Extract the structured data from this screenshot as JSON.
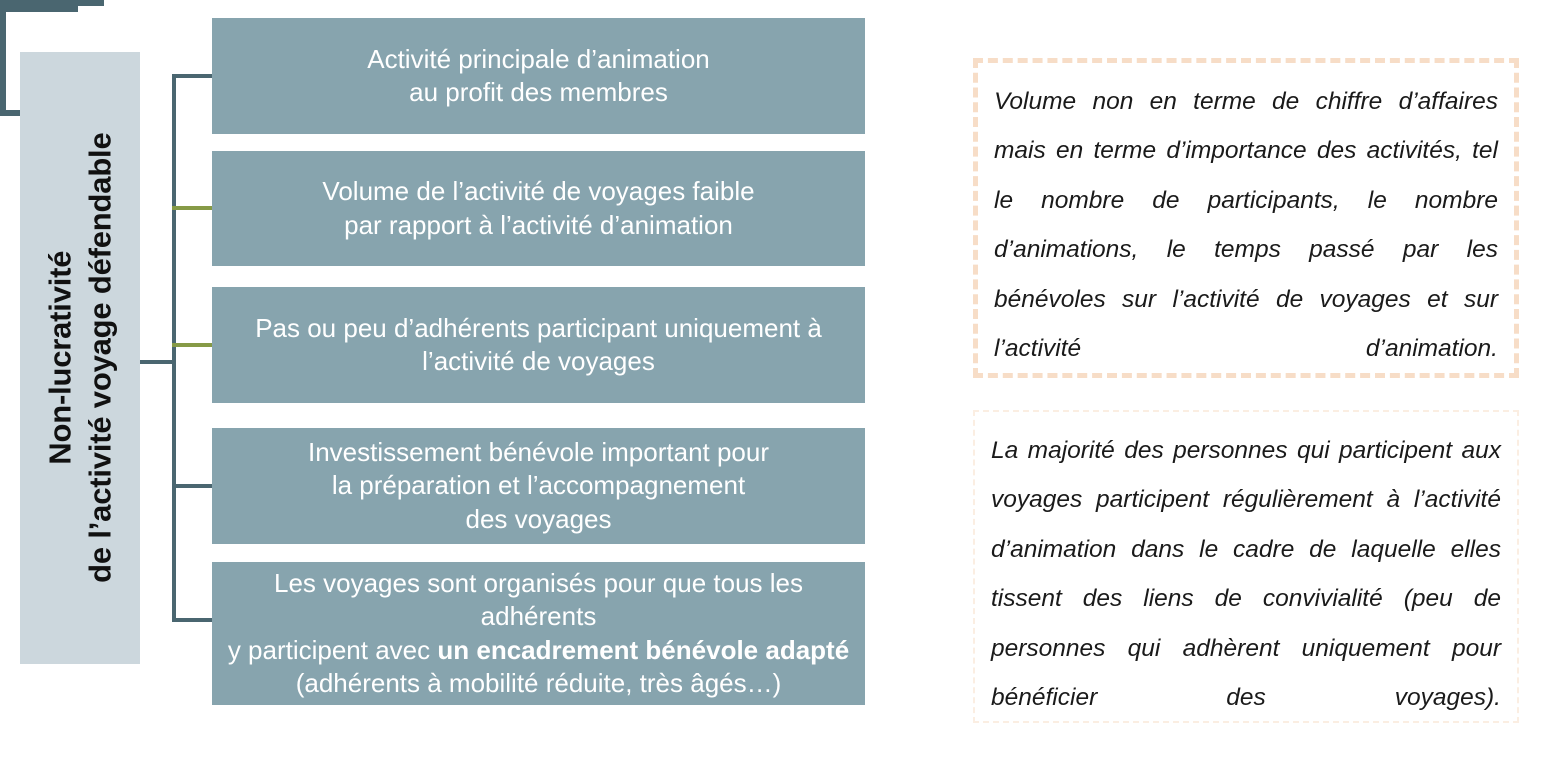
{
  "diagram": {
    "title_panel": {
      "line1": "Non-lucrativité",
      "line2": "de l’activité voyage défendable",
      "background_color": "#ccd7dd",
      "text_color": "#111111"
    },
    "boxes": [
      {
        "id": "box-1",
        "line1": "Activité principale d’animation",
        "line2": "au profit des membres",
        "line3": "",
        "fill_color": "#87a4ae",
        "text_color": "#ffffff"
      },
      {
        "id": "box-2",
        "line1": "Volume de l’activité de voyages faible",
        "line2": "par rapport à l’activité d’animation",
        "line3": "",
        "fill_color": "#87a4ae",
        "text_color": "#ffffff"
      },
      {
        "id": "box-3",
        "line1": "Pas ou peu d’adhérents participant uniquement à",
        "line2": "l’activité de voyages",
        "line3": "",
        "fill_color": "#87a4ae",
        "text_color": "#ffffff"
      },
      {
        "id": "box-4",
        "line1": "Investissement bénévole important pour",
        "line2": "la préparation et l’accompagnement",
        "line3": "des voyages",
        "fill_color": "#87a4ae",
        "text_color": "#ffffff"
      },
      {
        "id": "box-5",
        "line1": "Les voyages sont organisés pour que tous les adhérents",
        "line2_prefix": "y participent avec ",
        "line2_bold": "un encadrement bénévole adapté",
        "line3": "(adhérents à mobilité réduite, très âgés…)",
        "fill_color": "#87a4ae",
        "text_color": "#ffffff"
      }
    ],
    "connectors": {
      "trunk_color": "#4a6670",
      "branch_colors": [
        "#4a6670",
        "#869a46",
        "#869a46",
        "#4a6670",
        "#4a6670"
      ],
      "right_connector_color": "#4a6670"
    },
    "callouts": [
      {
        "id": "callout-1",
        "text": "Volume non en terme de chiffre d’affaires mais en terme d’importance des activités, tel le nombre de participants, le nombre d’animations, le temps passé par les bénévoles sur l’activité de voyages et sur l’activité d’animation.",
        "border_color": "#f7ddc7",
        "border_style": "dashed"
      },
      {
        "id": "callout-2",
        "text": "La majorité des personnes qui participent aux voyages participent régulièrement à l’activité d’animation dans le cadre de laquelle elles tissent des liens de convivialité (peu de personnes qui adhèrent uniquement pour bénéficier des voyages).",
        "border_color": "#fbeee2",
        "border_style": "dashed"
      }
    ]
  }
}
